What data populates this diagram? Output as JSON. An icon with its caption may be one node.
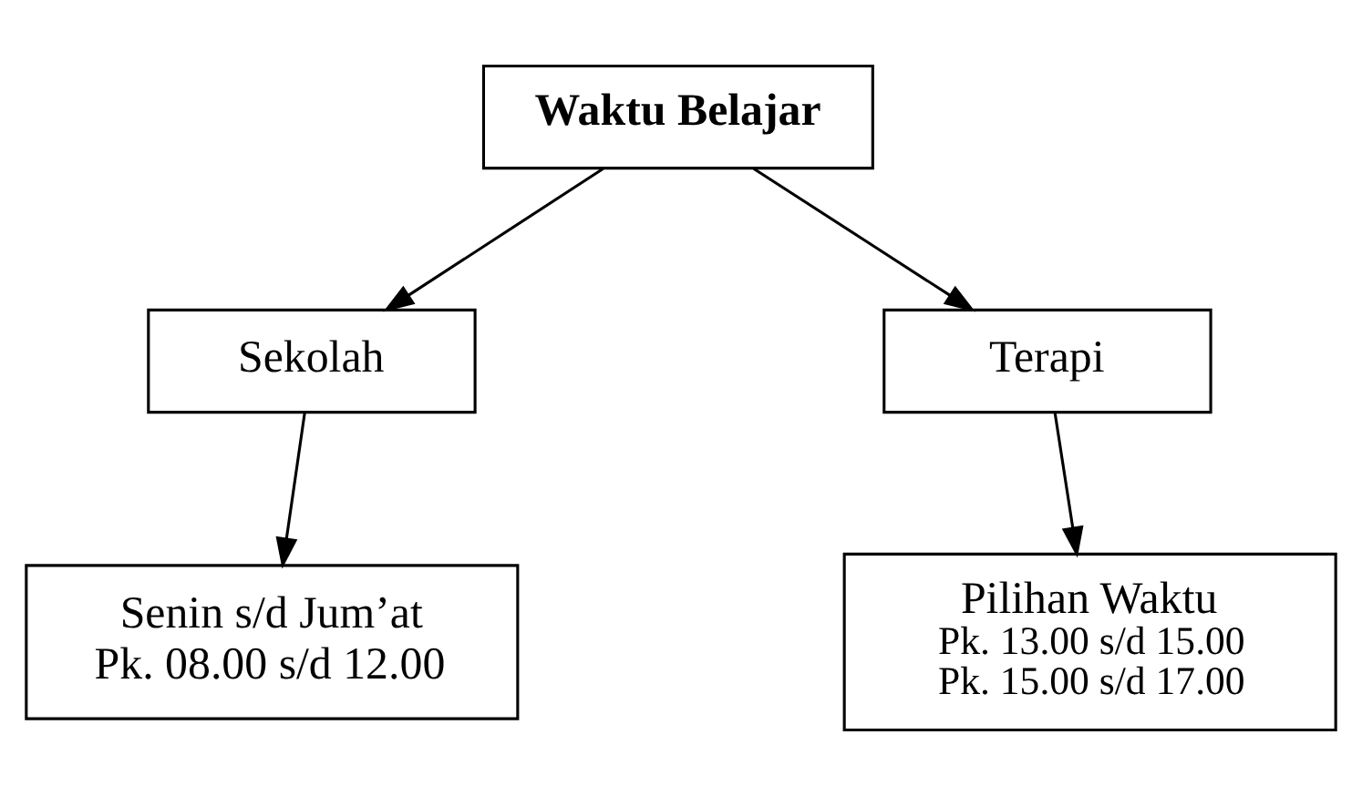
{
  "diagram": {
    "nodes": [
      {
        "text": [
          "Waktu Belajar"
        ]
      },
      {
        "text": [
          "Sekolah"
        ]
      },
      {
        "text": [
          "Terapi"
        ]
      },
      {
        "text": [
          "Senin s/d Jum’at",
          "Pk. 08.00 s/d 12.00"
        ]
      },
      {
        "text": [
          "Pilihan Waktu",
          "Pk. 13.00 s/d 15.00",
          "Pk. 15.00 s/d 17.00"
        ]
      }
    ],
    "edges": [
      {
        "from": 0,
        "to": 1,
        "arrow": "to"
      },
      {
        "from": 0,
        "to": 2,
        "arrow": "to"
      },
      {
        "from": 1,
        "to": 3,
        "arrow": "to"
      },
      {
        "from": 2,
        "to": 4,
        "arrow": "to"
      }
    ]
  }
}
